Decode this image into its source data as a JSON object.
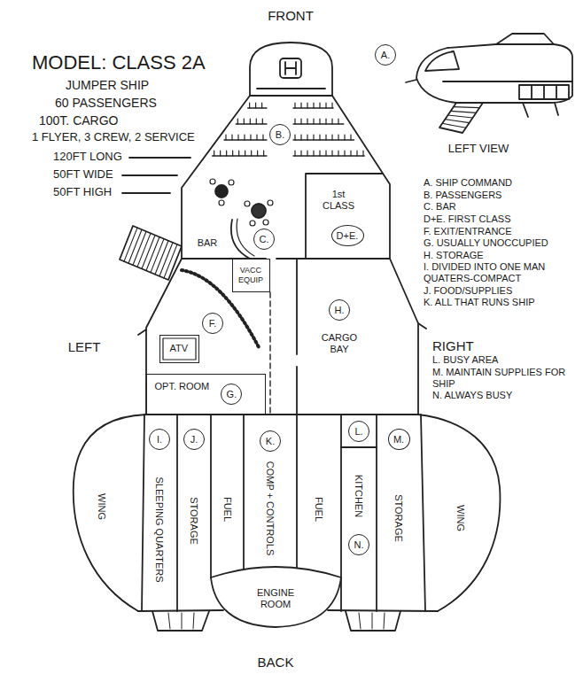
{
  "diagram": {
    "title": "MODEL: CLASS 2A",
    "nodes": [
      {
        "text": [
          "A."
        ]
      },
      {
        "text": [
          "B."
        ]
      },
      {
        "text": [
          "C."
        ]
      },
      {
        "text": [
          "1st CLASS"
        ]
      },
      {
        "text": [
          "D+E."
        ],
        "in": 3
      },
      {
        "text": [
          "VACC EQUIP"
        ]
      },
      {
        "text": [
          "CARGO BAY"
        ]
      },
      {
        "text": [
          "H."
        ],
        "in": 6
      },
      {
        "text": [
          "F."
        ]
      },
      {
        "text": [
          "ATV"
        ]
      },
      {
        "text": [
          "OPT. ROOM"
        ]
      },
      {
        "text": [
          "G."
        ],
        "in": 10
      },
      {
        "text": [
          "WING"
        ]
      },
      {
        "text": [
          "SLEEPING QUARTERS"
        ]
      },
      {
        "text": [
          "I."
        ],
        "in": 13
      },
      {
        "text": [
          "STORAGE"
        ]
      },
      {
        "text": [
          "J."
        ],
        "in": 15
      },
      {
        "text": [
          "FUEL"
        ]
      },
      {
        "text": [
          "COMP + CONTROLS"
        ]
      },
      {
        "text": [
          "K."
        ],
        "in": 18
      },
      {
        "text": [
          "FUEL"
        ]
      },
      {
        "text": [
          "L."
        ]
      },
      {
        "text": [
          "KITCHEN"
        ]
      },
      {
        "text": [
          "N."
        ],
        "in": 22
      },
      {
        "text": [
          "STORAGE"
        ]
      },
      {
        "text": [
          "M."
        ],
        "in": 24
      },
      {
        "text": [
          "WING"
        ]
      },
      {
        "text": [
          "ENGINE ROOM"
        ]
      }
    ],
    "labels": [
      "FRONT",
      "JUMPER SHIP",
      "60 PASSENGERS",
      "100T. CARGO",
      "1 FLYER, 3 CREW, 2 SERVICE",
      "120FT LONG",
      "50FT WIDE",
      "50FT HIGH",
      "LEFT VIEW",
      "BAR",
      "A. SHIP COMMAND",
      "B. PASSENGERS",
      "C. BAR",
      "D+E. FIRST CLASS",
      "F. EXIT/ENTRANCE",
      "G. USUALLY UNOCCUPIED",
      "H. STORAGE",
      "I. DIVIDED INTO ONE MAN QUATERS-COMPACT",
      "J. FOOD/SUPPLIES",
      "K. ALL THAT RUNS SHIP",
      "LEFT",
      "RIGHT",
      "L. BUSY AREA",
      "M. MAINTAIN SUPPLIES FOR SHIP",
      "N. ALWAYS BUSY",
      "BACK"
    ]
  }
}
